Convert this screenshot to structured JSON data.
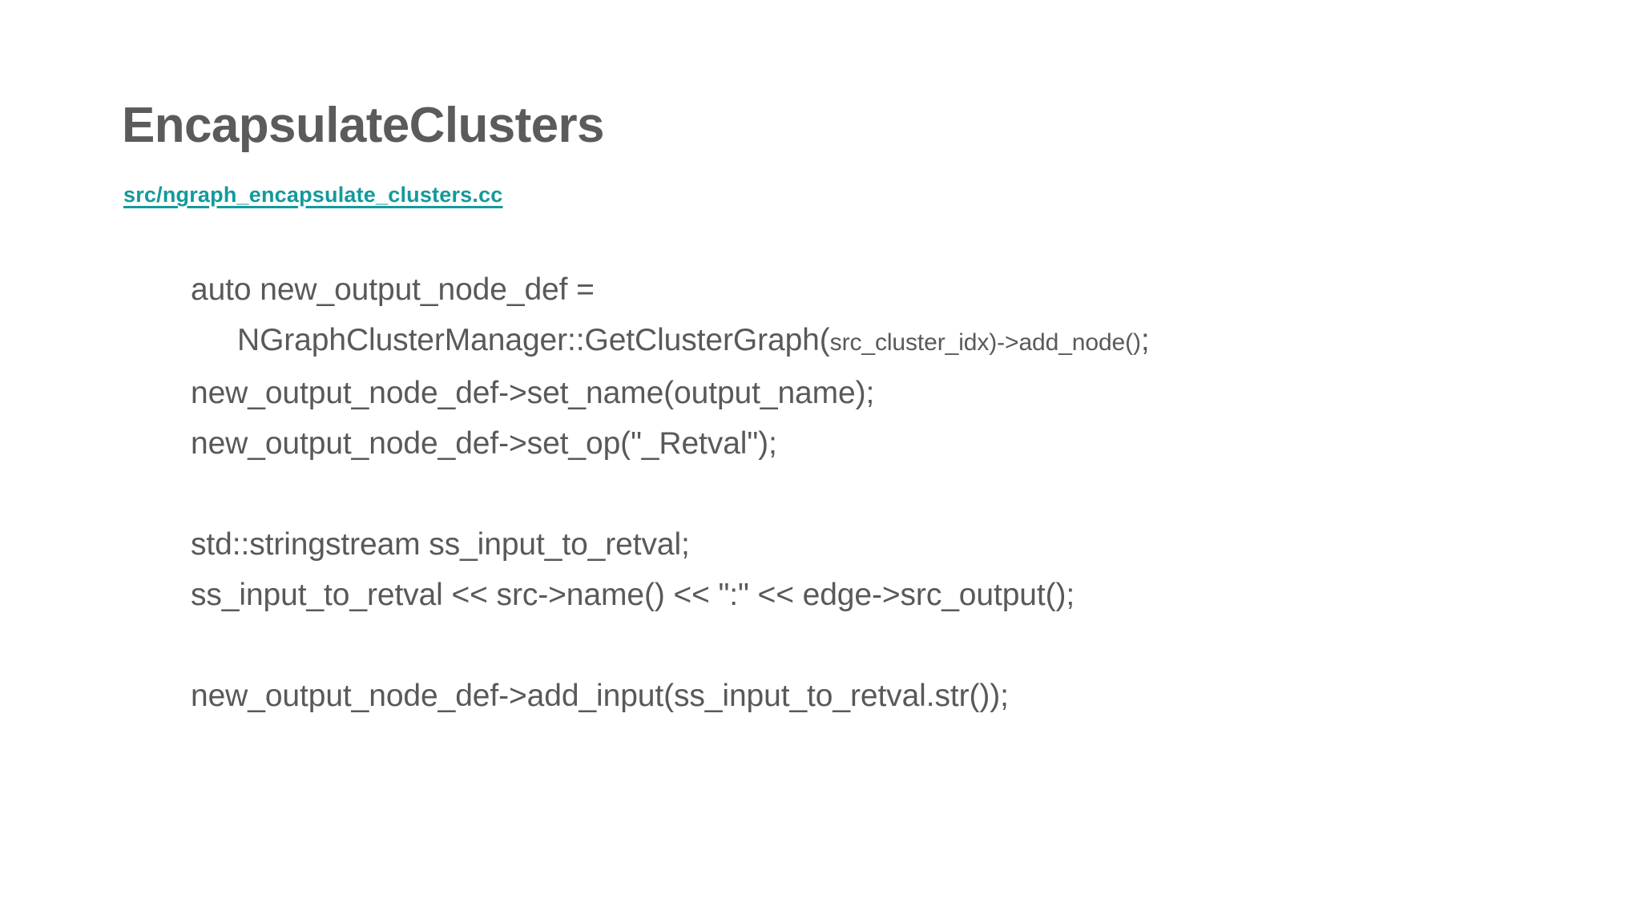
{
  "slide": {
    "title": "EncapsulateClusters",
    "source_link": "src/ngraph_encapsulate_clusters.cc",
    "colors": {
      "title": "#5b5b5b",
      "link": "#139a9c",
      "code": "#595959",
      "background": "#ffffff"
    },
    "code": {
      "lines": [
        {
          "indent": false,
          "segments": [
            {
              "text": "auto new_output_node_def =",
              "size": "normal"
            }
          ]
        },
        {
          "indent": true,
          "segments": [
            {
              "text": "NGraphClusterManager::GetClusterGraph(",
              "size": "normal"
            },
            {
              "text": "src_cluster_idx)->add_node()",
              "size": "small"
            },
            {
              "text": ";",
              "size": "normal"
            }
          ]
        },
        {
          "indent": false,
          "segments": [
            {
              "text": "new_output_node_def->set_name(output_name);",
              "size": "normal"
            }
          ]
        },
        {
          "indent": false,
          "segments": [
            {
              "text": "new_output_node_def->set_op(\"_Retval\");",
              "size": "normal"
            }
          ]
        },
        {
          "indent": false,
          "blank": true,
          "segments": []
        },
        {
          "indent": false,
          "segments": [
            {
              "text": "std::stringstream ss_input_to_retval;",
              "size": "normal"
            }
          ]
        },
        {
          "indent": false,
          "segments": [
            {
              "text": "ss_input_to_retval << src->name() << \":\" << edge->src_output();",
              "size": "normal"
            }
          ]
        },
        {
          "indent": false,
          "blank": true,
          "segments": []
        },
        {
          "indent": false,
          "segments": [
            {
              "text": "new_output_node_def->add_input(ss_input_to_retval.str());",
              "size": "normal"
            }
          ]
        }
      ]
    }
  }
}
